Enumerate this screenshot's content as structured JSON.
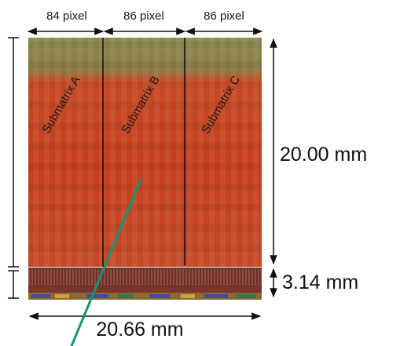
{
  "column_widths": {
    "a": "84 pixel",
    "b": "86 pixel",
    "c": "86 pixel"
  },
  "submatrices": {
    "a": "Submatrix A",
    "b": "Submatrix B",
    "c": "Submatrix C"
  },
  "dimensions": {
    "height_main": "20.00 mm",
    "height_periphery": "3.14 mm",
    "width": "20.66 mm"
  },
  "colors": {
    "chip_red": "#c8401e",
    "chip_olive": "#8c8a4e",
    "periphery": "#7b3a32",
    "pointer_line": "#139474",
    "dimension_lines": "#111111"
  }
}
